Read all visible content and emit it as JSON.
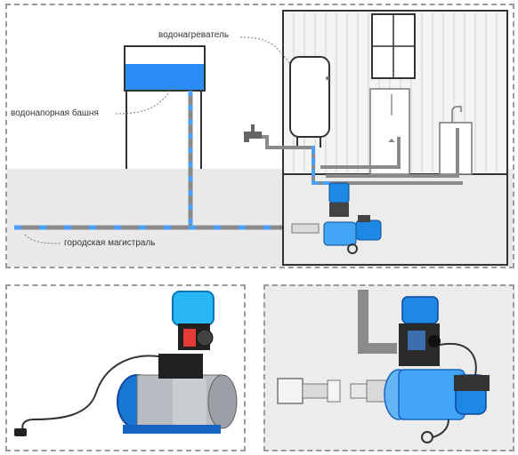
{
  "controls": {
    "play_color": "#19a34a",
    "stop_color": "#e32222"
  },
  "labels": {
    "water_heater": "водонагреватель",
    "water_tower": "водонапорная башня",
    "city_main": "городская магистраль"
  },
  "colors": {
    "pipe": "#8a8a8a",
    "water": "#4a9fff",
    "pump_blue": "#1e88e5",
    "house_outline": "#333333"
  }
}
